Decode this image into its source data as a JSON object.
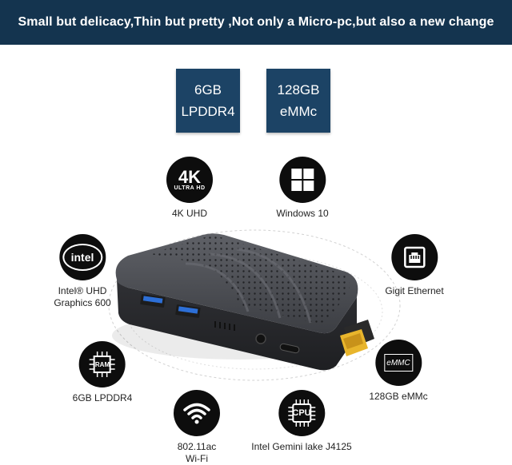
{
  "banner": {
    "text": "Small but delicacy,Thin but pretty ,Not only a Micro-pc,but also a new change"
  },
  "spec_boxes": [
    {
      "line1": "6GB",
      "line2": "LPDDR4"
    },
    {
      "line1": "128GB",
      "line2": "eMMc"
    }
  ],
  "features": {
    "uhd": {
      "label": "4K UHD",
      "icon": "4k-ultra-hd-icon",
      "icon_big": "4K",
      "icon_small": "ULTRA HD"
    },
    "windows": {
      "label": "Windows 10",
      "icon": "windows-logo-icon"
    },
    "intel": {
      "label_line1": "Intel® UHD",
      "label_line2": "Graphics 600",
      "icon": "intel-logo-icon",
      "icon_text": "intel"
    },
    "ethernet": {
      "label": "Gigit Ethernet",
      "icon": "ethernet-port-icon"
    },
    "ram": {
      "label": "6GB LPDDR4",
      "icon": "ram-chip-icon",
      "icon_text": "RAM"
    },
    "emmc": {
      "label": "128GB eMMc",
      "icon": "emmc-icon",
      "icon_text": "eMMC"
    },
    "wifi": {
      "label_line1": "802.11ac",
      "label_line2": "Wi-Fi",
      "icon": "wifi-icon"
    },
    "cpu": {
      "label": "Intel Gemini lake J4125",
      "icon": "cpu-chip-icon",
      "icon_text": "CPU"
    }
  },
  "colors": {
    "banner_bg": "#14344f",
    "spec_box_bg": "#1c4365",
    "icon_bg": "#0d0d0d",
    "usb_blue": "#2d6fd6",
    "hdmi_gold": "#e8b52c"
  }
}
